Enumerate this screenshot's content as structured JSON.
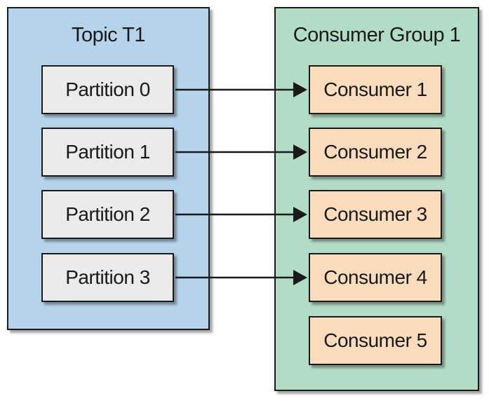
{
  "topic": {
    "title": "Topic T1",
    "partitions": [
      "Partition 0",
      "Partition 1",
      "Partition 2",
      "Partition 3"
    ]
  },
  "consumer_group": {
    "title": "Consumer Group 1",
    "consumers": [
      "Consumer 1",
      "Consumer 2",
      "Consumer 3",
      "Consumer 4",
      "Consumer 5"
    ]
  },
  "assignments": [
    {
      "from": "Partition 0",
      "to": "Consumer 1"
    },
    {
      "from": "Partition 1",
      "to": "Consumer 2"
    },
    {
      "from": "Partition 2",
      "to": "Consumer 3"
    },
    {
      "from": "Partition 3",
      "to": "Consumer 4"
    }
  ],
  "colors": {
    "topic_panel": "#b5d3ea",
    "group_panel": "#b3dcc6",
    "partition_box": "#ebebeb",
    "consumer_box": "#fbdcbc",
    "stroke": "#1a1a1a"
  }
}
